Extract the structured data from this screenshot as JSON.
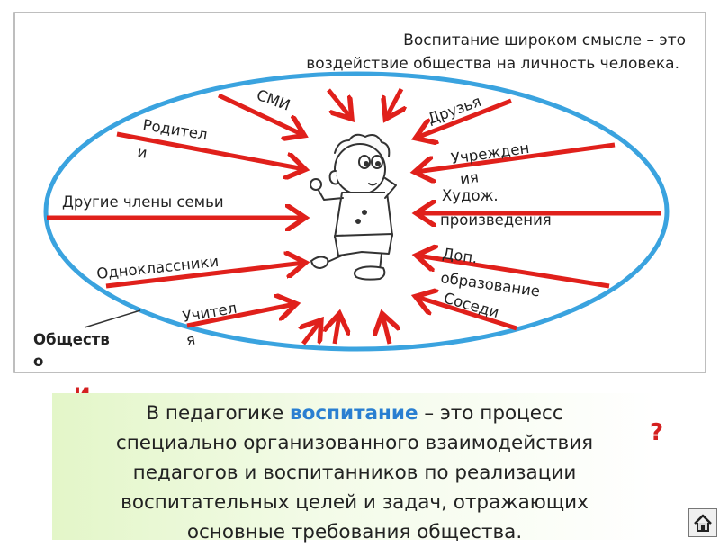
{
  "header": {
    "line1": "Воспитание широком смысле – это",
    "line2": "воздействие общества на личность человека."
  },
  "labels": {
    "smi": "СМИ",
    "friends": "Друзья",
    "parents_1": "Родител",
    "parents_2": "и",
    "institutions_1": "Учрежден",
    "institutions_2": "ия",
    "family": "Другие члены семьи",
    "art_1": "Худож.",
    "art_2": "произведения",
    "classmates": "Одноклассники",
    "edu_1": "Доп.",
    "edu_2": "образование",
    "neighbors": "Соседи",
    "teachers_1": "Учител",
    "teachers_2": "я",
    "society_1": "Обществ",
    "society_2": "о"
  },
  "definition": {
    "part1": "В педагогике ",
    "term": "воспитание",
    "part2": " – это процесс",
    "line2": "специально организованного взаимодействия",
    "line3": "педагогов и воспитанников по реализации",
    "line4": "воспитательных целей и задач, отражающих",
    "line5": "основные требования общества."
  },
  "overlap": {
    "fragment": "И",
    "question_mark": "?"
  },
  "colors": {
    "ellipse": "#3aa3df",
    "arrow": "#e0201b",
    "term": "#2a7fd1"
  },
  "icons": {
    "center": "child-figure-icon",
    "nav": "home-icon"
  }
}
